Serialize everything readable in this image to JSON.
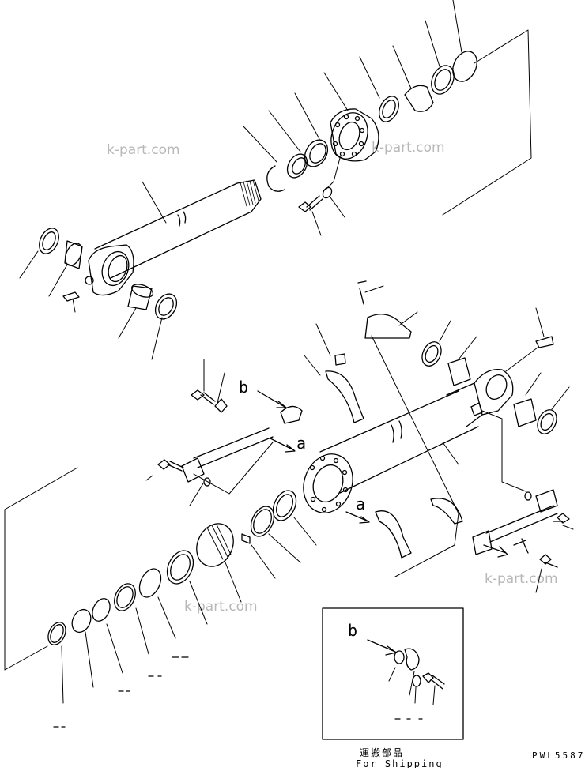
{
  "watermarks": [
    "k-part.com",
    "k-part.com",
    "k-part.com",
    "k-part.com"
  ],
  "callouts": {
    "a1": "a",
    "a2": "a",
    "b1": "b",
    "b2": "b"
  },
  "inset": {
    "caption_jp": "運搬部品",
    "caption_en": "For Shipping"
  },
  "drawing_code": "PWL5587"
}
